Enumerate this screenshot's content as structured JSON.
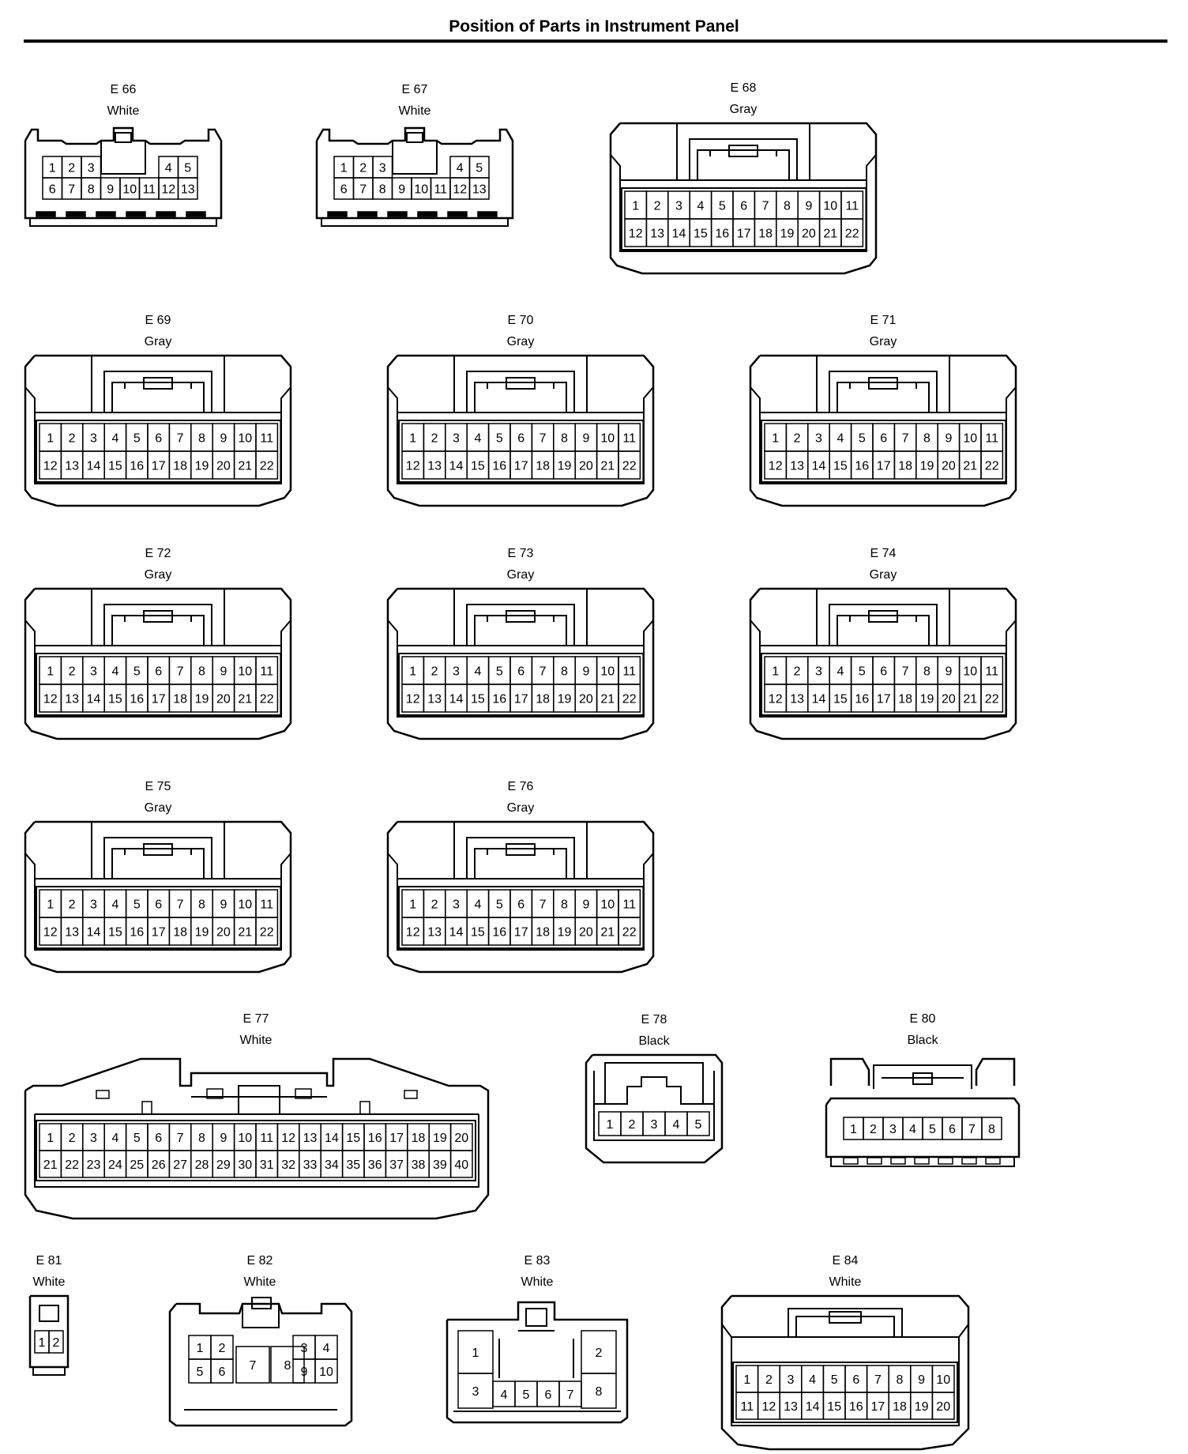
{
  "page": {
    "title": "Position of Parts in Instrument Panel"
  },
  "connectors": [
    {
      "name": "E 66",
      "color": "White",
      "type": "small13",
      "pins": [
        [
          "1",
          "2",
          "3",
          "",
          "4",
          "5"
        ],
        [
          "6",
          "7",
          "8",
          "9",
          "10",
          "11",
          "12",
          "13"
        ]
      ]
    },
    {
      "name": "E 67",
      "color": "White",
      "type": "small13",
      "pins": [
        [
          "1",
          "2",
          "3",
          "",
          "4",
          "5"
        ],
        [
          "6",
          "7",
          "8",
          "9",
          "10",
          "11",
          "12",
          "13"
        ]
      ]
    },
    {
      "name": "E 68",
      "color": "Gray",
      "type": "std22",
      "pins": [
        [
          "1",
          "2",
          "3",
          "4",
          "5",
          "6",
          "7",
          "8",
          "9",
          "10",
          "11"
        ],
        [
          "12",
          "13",
          "14",
          "15",
          "16",
          "17",
          "18",
          "19",
          "20",
          "21",
          "22"
        ]
      ]
    },
    {
      "name": "E 69",
      "color": "Gray",
      "type": "std22",
      "pins": [
        [
          "1",
          "2",
          "3",
          "4",
          "5",
          "6",
          "7",
          "8",
          "9",
          "10",
          "11"
        ],
        [
          "12",
          "13",
          "14",
          "15",
          "16",
          "17",
          "18",
          "19",
          "20",
          "21",
          "22"
        ]
      ]
    },
    {
      "name": "E 70",
      "color": "Gray",
      "type": "std22",
      "pins": [
        [
          "1",
          "2",
          "3",
          "4",
          "5",
          "6",
          "7",
          "8",
          "9",
          "10",
          "11"
        ],
        [
          "12",
          "13",
          "14",
          "15",
          "16",
          "17",
          "18",
          "19",
          "20",
          "21",
          "22"
        ]
      ]
    },
    {
      "name": "E 71",
      "color": "Gray",
      "type": "std22",
      "pins": [
        [
          "1",
          "2",
          "3",
          "4",
          "5",
          "6",
          "7",
          "8",
          "9",
          "10",
          "11"
        ],
        [
          "12",
          "13",
          "14",
          "15",
          "16",
          "17",
          "18",
          "19",
          "20",
          "21",
          "22"
        ]
      ]
    },
    {
      "name": "E 72",
      "color": "Gray",
      "type": "std22",
      "pins": [
        [
          "1",
          "2",
          "3",
          "4",
          "5",
          "6",
          "7",
          "8",
          "9",
          "10",
          "11"
        ],
        [
          "12",
          "13",
          "14",
          "15",
          "16",
          "17",
          "18",
          "19",
          "20",
          "21",
          "22"
        ]
      ]
    },
    {
      "name": "E 73",
      "color": "Gray",
      "type": "std22",
      "pins": [
        [
          "1",
          "2",
          "3",
          "4",
          "5",
          "6",
          "7",
          "8",
          "9",
          "10",
          "11"
        ],
        [
          "12",
          "13",
          "14",
          "15",
          "16",
          "17",
          "18",
          "19",
          "20",
          "21",
          "22"
        ]
      ]
    },
    {
      "name": "E 74",
      "color": "Gray",
      "type": "std22",
      "pins": [
        [
          "1",
          "2",
          "3",
          "4",
          "5",
          "6",
          "7",
          "8",
          "9",
          "10",
          "11"
        ],
        [
          "12",
          "13",
          "14",
          "15",
          "16",
          "17",
          "18",
          "19",
          "20",
          "21",
          "22"
        ]
      ]
    },
    {
      "name": "E 75",
      "color": "Gray",
      "type": "std22",
      "pins": [
        [
          "1",
          "2",
          "3",
          "4",
          "5",
          "6",
          "7",
          "8",
          "9",
          "10",
          "11"
        ],
        [
          "12",
          "13",
          "14",
          "15",
          "16",
          "17",
          "18",
          "19",
          "20",
          "21",
          "22"
        ]
      ]
    },
    {
      "name": "E 76",
      "color": "Gray",
      "type": "std22",
      "pins": [
        [
          "1",
          "2",
          "3",
          "4",
          "5",
          "6",
          "7",
          "8",
          "9",
          "10",
          "11"
        ],
        [
          "12",
          "13",
          "14",
          "15",
          "16",
          "17",
          "18",
          "19",
          "20",
          "21",
          "22"
        ]
      ]
    },
    {
      "name": "E 77",
      "color": "White",
      "type": "wide40",
      "pins": [
        [
          "1",
          "2",
          "3",
          "4",
          "5",
          "6",
          "7",
          "8",
          "9",
          "10",
          "11",
          "12",
          "13",
          "14",
          "15",
          "16",
          "17",
          "18",
          "19",
          "20"
        ],
        [
          "21",
          "22",
          "23",
          "24",
          "25",
          "26",
          "27",
          "28",
          "29",
          "30",
          "31",
          "32",
          "33",
          "34",
          "35",
          "36",
          "37",
          "38",
          "39",
          "40"
        ]
      ]
    },
    {
      "name": "E 78",
      "color": "Black",
      "type": "std5",
      "pins": [
        [
          "1",
          "2",
          "3",
          "4",
          "5"
        ]
      ]
    },
    {
      "name": "E 80",
      "color": "Black",
      "type": "latch8",
      "pins": [
        [
          "1",
          "2",
          "3",
          "4",
          "5",
          "6",
          "7",
          "8"
        ]
      ]
    },
    {
      "name": "E 81",
      "color": "White",
      "type": "tiny2",
      "pins": [
        [
          "1",
          "2"
        ]
      ]
    },
    {
      "name": "E 82",
      "color": "White",
      "type": "mixed10",
      "pins": [
        [
          "1",
          "2",
          "",
          "3",
          "4"
        ],
        [
          "5",
          "6",
          "7",
          "8",
          "9",
          "10"
        ]
      ]
    },
    {
      "name": "E 83",
      "color": "White",
      "type": "mixed8",
      "pins": [
        [
          "1",
          "2"
        ],
        [
          "3",
          "4",
          "5",
          "6",
          "7",
          "8"
        ]
      ]
    },
    {
      "name": "E 84",
      "color": "White",
      "type": "std20",
      "pins": [
        [
          "1",
          "2",
          "3",
          "4",
          "5",
          "6",
          "7",
          "8",
          "9",
          "10"
        ],
        [
          "11",
          "12",
          "13",
          "14",
          "15",
          "16",
          "17",
          "18",
          "19",
          "20"
        ]
      ]
    }
  ]
}
